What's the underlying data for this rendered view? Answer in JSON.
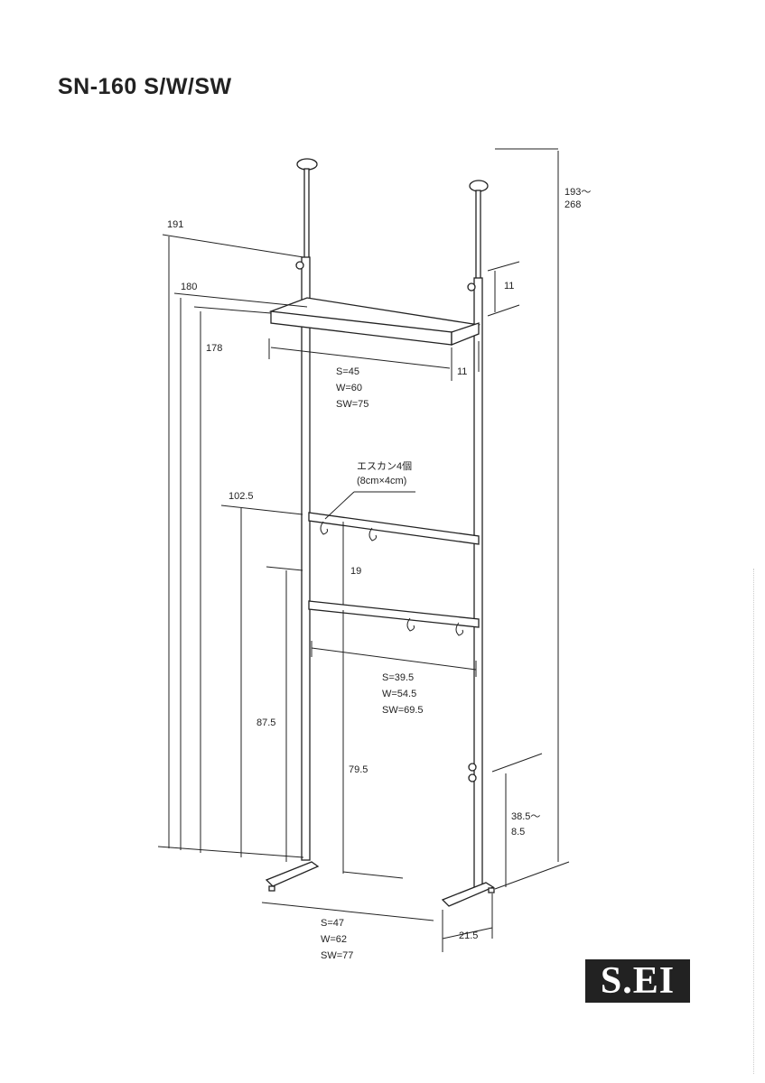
{
  "title": "SN-160 S/W/SW",
  "logo": "S.EI",
  "dimensions": {
    "total_height_range": "193～",
    "total_height_range_max": "268",
    "h191": "191",
    "h180": "180",
    "h178": "178",
    "shelf_gap": "11",
    "shelf_depth": "11",
    "shelf_width": [
      "S=45",
      "W=60",
      "SW=75"
    ],
    "hook_note": "エスカン4個",
    "hook_size": "(8cm×4cm)",
    "h102_5": "102.5",
    "rod_gap": "19",
    "rod_width": [
      "S=39.5",
      "W=54.5",
      "SW=69.5"
    ],
    "h87_5": "87.5",
    "h79_5": "79.5",
    "adjust_range": "38.5～",
    "adjust_range_min": "8.5",
    "base_width": [
      "S=47",
      "W=62",
      "SW=77"
    ],
    "base_depth": "21.5"
  }
}
